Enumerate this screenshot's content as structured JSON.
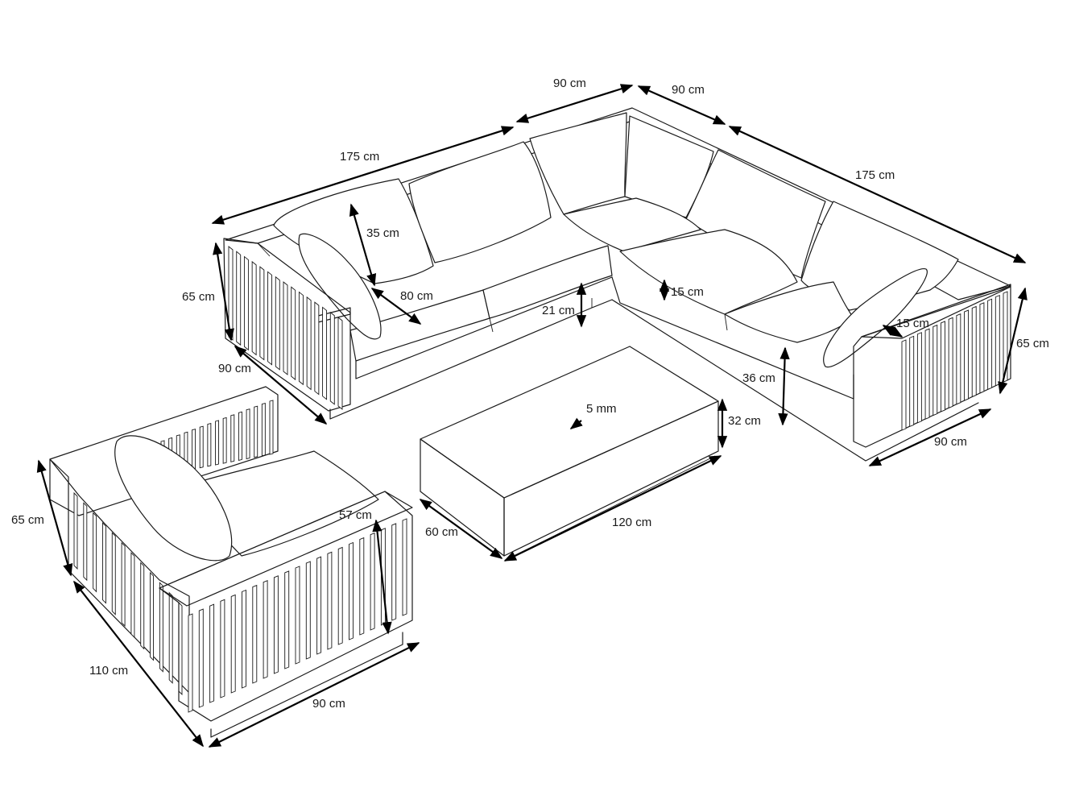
{
  "dimensions": [
    {
      "id": "top-left-width",
      "text": "90 cm"
    },
    {
      "id": "top-right-width",
      "text": "90 cm"
    },
    {
      "id": "left-sofa-length",
      "text": "175 cm"
    },
    {
      "id": "right-sofa-length",
      "text": "175 cm"
    },
    {
      "id": "backrest-cushion-height",
      "text": "35 cm"
    },
    {
      "id": "sofa-height-left",
      "text": "65 cm"
    },
    {
      "id": "seat-depth",
      "text": "80 cm"
    },
    {
      "id": "seat-cushion-thickness",
      "text": "15 cm"
    },
    {
      "id": "seat-height",
      "text": "21 cm"
    },
    {
      "id": "armrest-width",
      "text": "15 cm"
    },
    {
      "id": "sofa-height-right",
      "text": "65 cm"
    },
    {
      "id": "sofa-depth-left",
      "text": "90 cm"
    },
    {
      "id": "seat-height-right",
      "text": "36 cm"
    },
    {
      "id": "glass-thickness",
      "text": "5  mm"
    },
    {
      "id": "table-height",
      "text": "32 cm"
    },
    {
      "id": "sofa-depth-right",
      "text": "90 cm"
    },
    {
      "id": "armchair-height",
      "text": "65 cm"
    },
    {
      "id": "armchair-arm-height",
      "text": "57 cm"
    },
    {
      "id": "table-depth",
      "text": "60 cm"
    },
    {
      "id": "table-length",
      "text": "120 cm"
    },
    {
      "id": "armchair-depth",
      "text": "110 cm"
    },
    {
      "id": "armchair-width",
      "text": "90 cm"
    }
  ],
  "style": {
    "line_color": "#1a1a1a",
    "arrow_color": "#000000",
    "background": "#ffffff"
  }
}
